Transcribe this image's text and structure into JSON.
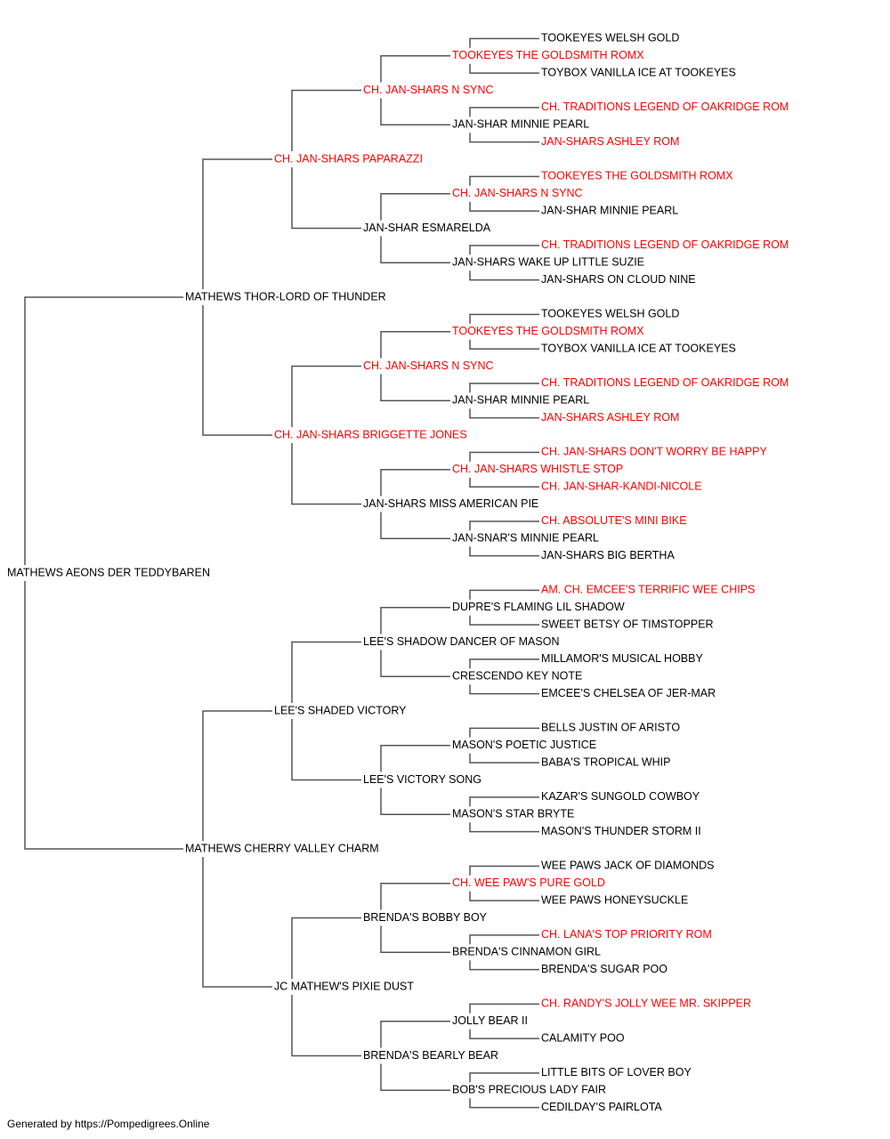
{
  "pedigree": {
    "name": "MATHEWS AEONS DER TEDDYBAREN",
    "champion": false,
    "children": [
      {
        "name": "MATHEWS THOR-LORD OF THUNDER",
        "champion": false,
        "children": [
          {
            "name": "CH. JAN-SHARS PAPARAZZI",
            "champion": true,
            "children": [
              {
                "name": "CH. JAN-SHARS N SYNC",
                "champion": true,
                "children": [
                  {
                    "name": "TOOKEYES THE GOLDSMITH ROMX",
                    "champion": true,
                    "children": [
                      {
                        "name": "TOOKEYES WELSH GOLD",
                        "champion": false
                      },
                      {
                        "name": "TOYBOX VANILLA ICE AT TOOKEYES",
                        "champion": false
                      }
                    ]
                  },
                  {
                    "name": "JAN-SHAR MINNIE PEARL",
                    "champion": false,
                    "children": [
                      {
                        "name": "CH. TRADITIONS LEGEND OF OAKRIDGE ROM",
                        "champion": true
                      },
                      {
                        "name": "JAN-SHARS ASHLEY ROM",
                        "champion": true
                      }
                    ]
                  }
                ]
              },
              {
                "name": "JAN-SHAR ESMARELDA",
                "champion": false,
                "children": [
                  {
                    "name": "CH. JAN-SHARS N SYNC",
                    "champion": true,
                    "children": [
                      {
                        "name": "TOOKEYES THE GOLDSMITH ROMX",
                        "champion": true
                      },
                      {
                        "name": "JAN-SHAR MINNIE PEARL",
                        "champion": false
                      }
                    ]
                  },
                  {
                    "name": "JAN-SHARS WAKE UP LITTLE SUZIE",
                    "champion": false,
                    "children": [
                      {
                        "name": "CH. TRADITIONS LEGEND OF OAKRIDGE ROM",
                        "champion": true
                      },
                      {
                        "name": "JAN-SHARS ON CLOUD NINE",
                        "champion": false
                      }
                    ]
                  }
                ]
              }
            ]
          },
          {
            "name": "CH. JAN-SHARS BRIGGETTE JONES",
            "champion": true,
            "children": [
              {
                "name": "CH. JAN-SHARS N SYNC",
                "champion": true,
                "children": [
                  {
                    "name": "TOOKEYES THE GOLDSMITH ROMX",
                    "champion": true,
                    "children": [
                      {
                        "name": "TOOKEYES WELSH GOLD",
                        "champion": false
                      },
                      {
                        "name": "TOYBOX VANILLA ICE AT TOOKEYES",
                        "champion": false
                      }
                    ]
                  },
                  {
                    "name": "JAN-SHAR MINNIE PEARL",
                    "champion": false,
                    "children": [
                      {
                        "name": "CH. TRADITIONS LEGEND OF OAKRIDGE ROM",
                        "champion": true
                      },
                      {
                        "name": "JAN-SHARS ASHLEY ROM",
                        "champion": true
                      }
                    ]
                  }
                ]
              },
              {
                "name": "JAN-SHARS MISS AMERICAN PIE",
                "champion": false,
                "children": [
                  {
                    "name": "CH. JAN-SHARS WHISTLE STOP",
                    "champion": true,
                    "children": [
                      {
                        "name": "CH. JAN-SHARS DON'T WORRY BE HAPPY",
                        "champion": true
                      },
                      {
                        "name": "CH. JAN-SHAR-KANDI-NICOLE",
                        "champion": true
                      }
                    ]
                  },
                  {
                    "name": "JAN-SNAR'S MINNIE PEARL",
                    "champion": false,
                    "children": [
                      {
                        "name": "CH. ABSOLUTE'S MINI BIKE",
                        "champion": true
                      },
                      {
                        "name": "JAN-SHARS BIG BERTHA",
                        "champion": false
                      }
                    ]
                  }
                ]
              }
            ]
          }
        ]
      },
      {
        "name": "MATHEWS CHERRY VALLEY CHARM",
        "champion": false,
        "children": [
          {
            "name": "LEE'S SHADED VICTORY",
            "champion": false,
            "children": [
              {
                "name": "LEE'S SHADOW DANCER OF MASON",
                "champion": false,
                "children": [
                  {
                    "name": "DUPRE'S FLAMING LIL SHADOW",
                    "champion": false,
                    "children": [
                      {
                        "name": "AM. CH. EMCEE'S TERRIFIC WEE CHIPS",
                        "champion": true
                      },
                      {
                        "name": "SWEET BETSY OF TIMSTOPPER",
                        "champion": false
                      }
                    ]
                  },
                  {
                    "name": "CRESCENDO KEY NOTE",
                    "champion": false,
                    "children": [
                      {
                        "name": "MILLAMOR'S MUSICAL HOBBY",
                        "champion": false
                      },
                      {
                        "name": "EMCEE'S CHELSEA OF JER-MAR",
                        "champion": false
                      }
                    ]
                  }
                ]
              },
              {
                "name": "LEE'S VICTORY SONG",
                "champion": false,
                "children": [
                  {
                    "name": "MASON'S POETIC JUSTICE",
                    "champion": false,
                    "children": [
                      {
                        "name": "BELLS JUSTIN OF ARISTO",
                        "champion": false
                      },
                      {
                        "name": "BABA'S TROPICAL WHIP",
                        "champion": false
                      }
                    ]
                  },
                  {
                    "name": "MASON'S STAR BRYTE",
                    "champion": false,
                    "children": [
                      {
                        "name": "KAZAR'S SUNGOLD COWBOY",
                        "champion": false
                      },
                      {
                        "name": "MASON'S THUNDER STORM II",
                        "champion": false
                      }
                    ]
                  }
                ]
              }
            ]
          },
          {
            "name": "JC MATHEW'S PIXIE DUST",
            "champion": false,
            "children": [
              {
                "name": "BRENDA'S BOBBY BOY",
                "champion": false,
                "children": [
                  {
                    "name": "CH. WEE PAW'S PURE GOLD",
                    "champion": true,
                    "children": [
                      {
                        "name": "WEE PAWS JACK OF DIAMONDS",
                        "champion": false
                      },
                      {
                        "name": "WEE PAWS HONEYSUCKLE",
                        "champion": false
                      }
                    ]
                  },
                  {
                    "name": "BRENDA'S CINNAMON GIRL",
                    "champion": false,
                    "children": [
                      {
                        "name": "CH. LANA'S TOP PRIORITY ROM",
                        "champion": true
                      },
                      {
                        "name": "BRENDA'S SUGAR POO",
                        "champion": false
                      }
                    ]
                  }
                ]
              },
              {
                "name": "BRENDA'S BEARLY BEAR",
                "champion": false,
                "children": [
                  {
                    "name": "JOLLY BEAR II",
                    "champion": false,
                    "children": [
                      {
                        "name": "CH. RANDY'S JOLLY WEE MR. SKIPPER",
                        "champion": true
                      },
                      {
                        "name": "CALAMITY POO",
                        "champion": false
                      }
                    ]
                  },
                  {
                    "name": "BOB'S PRECIOUS LADY FAIR",
                    "champion": false,
                    "children": [
                      {
                        "name": "LITTLE BITS OF LOVER BOY",
                        "champion": false
                      },
                      {
                        "name": "CEDILDAY'S PAIRLOTA",
                        "champion": false
                      }
                    ]
                  }
                ]
              }
            ]
          }
        ]
      }
    ]
  },
  "colors": {
    "champion": "#ff0000",
    "normal": "#000000",
    "line": "#555555"
  },
  "footer": "Generated by https://Pompedigrees.Online"
}
